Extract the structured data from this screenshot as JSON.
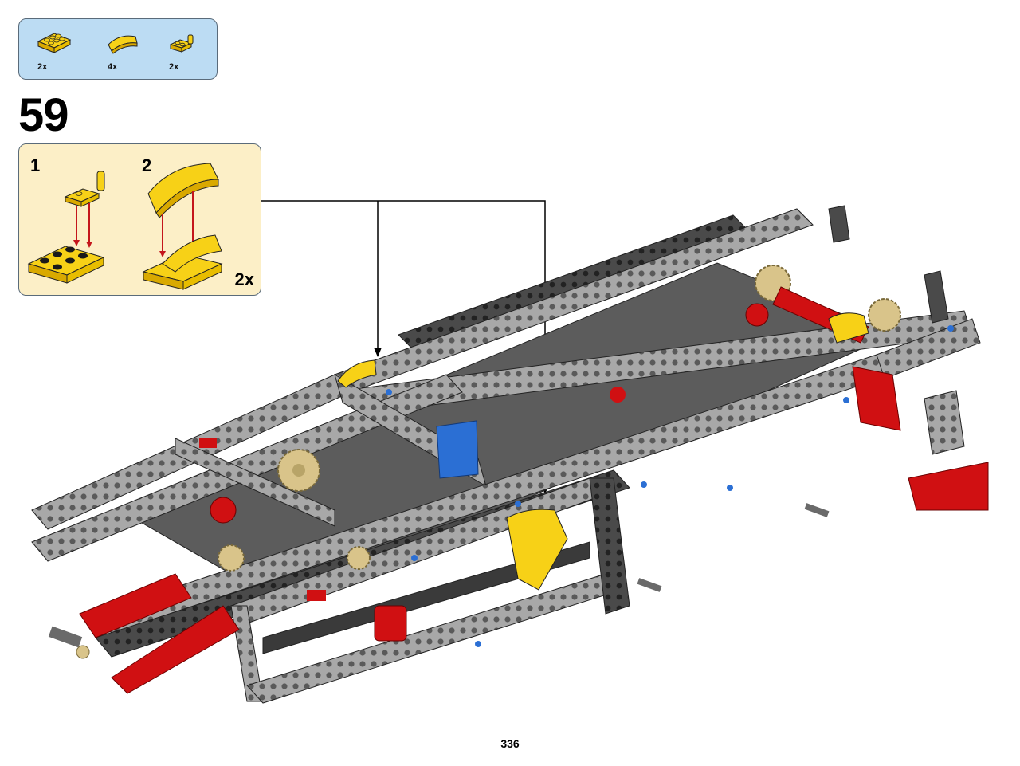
{
  "parts_list": {
    "items": [
      {
        "name": "yellow-plate-2x3",
        "qty": "2x",
        "color": "#f7d117"
      },
      {
        "name": "yellow-curved-slope",
        "qty": "4x",
        "color": "#f7d117"
      },
      {
        "name": "yellow-plate-with-clip",
        "qty": "2x",
        "color": "#f7d117"
      }
    ]
  },
  "step": {
    "number": "59"
  },
  "sub_assembly": {
    "step1_label": "1",
    "step2_label": "2",
    "multiplier": "2x"
  },
  "colors": {
    "parts_box_bg": "#bcdcf3",
    "sub_box_bg": "#fcefc7",
    "beam_gray": "#a8a8a8",
    "beam_dark": "#4a4a4a",
    "accent_red": "#d01012",
    "accent_yellow": "#f7d117",
    "accent_blue": "#2b6fd4",
    "tan": "#d9c48a",
    "arrow_red": "#c4161c"
  },
  "page": {
    "number": "336"
  }
}
